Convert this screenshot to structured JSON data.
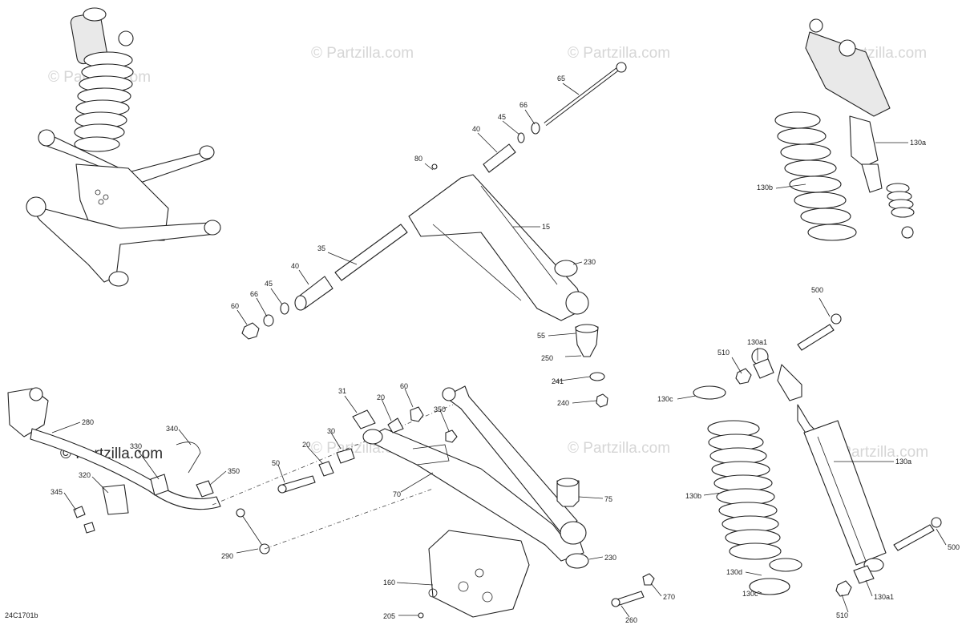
{
  "watermark": "© Partzilla.com",
  "diagram_code": "24C1701b",
  "callouts": {
    "c65a": "65",
    "c66a": "66",
    "c45a": "45",
    "c40a": "40",
    "c80": "80",
    "c15": "15",
    "c230a": "230",
    "c35": "35",
    "c40b": "40",
    "c45b": "45",
    "c66b": "66",
    "c60a": "60",
    "c55": "55",
    "c250": "250",
    "c241": "241",
    "c240": "240",
    "c130a_top": "130a",
    "c130b_top": "130b",
    "c500a": "500",
    "c130a1a": "130a1",
    "c510a": "510",
    "c130c_a": "130c",
    "c130a_b": "130a",
    "c130b_b": "130b",
    "c500b": "500",
    "c130d": "130d",
    "c130c_b": "130c",
    "c130a1b": "130a1",
    "c510b": "510",
    "c280": "280",
    "c340": "340",
    "c330": "330",
    "c350a": "350",
    "c320": "320",
    "c345": "345",
    "c290": "290",
    "c31": "31",
    "c20a": "20",
    "c60b": "60",
    "c350b": "350",
    "c20b": "20",
    "c30": "30",
    "c50": "50",
    "c70": "70",
    "c75": "75",
    "c230b": "230",
    "c160": "160",
    "c205": "205",
    "c270": "270",
    "c260": "260"
  }
}
